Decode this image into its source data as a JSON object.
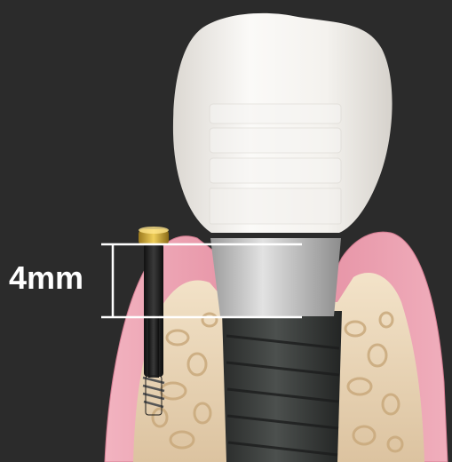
{
  "measurement": {
    "label": "4mm"
  },
  "colors": {
    "background": "#2b2b2b",
    "gum": "#e79bab",
    "bone": "#e8d2b3",
    "crown": "#f2efea",
    "abutment": "#c9c9c9",
    "implant": "#3a3d3c",
    "screw_head": "#d4ae3c",
    "measure_line": "#ffffff"
  },
  "parts": [
    "crown",
    "abutment",
    "implant-fixture",
    "gingiva",
    "alveolar-bone",
    "abutment-screw"
  ]
}
